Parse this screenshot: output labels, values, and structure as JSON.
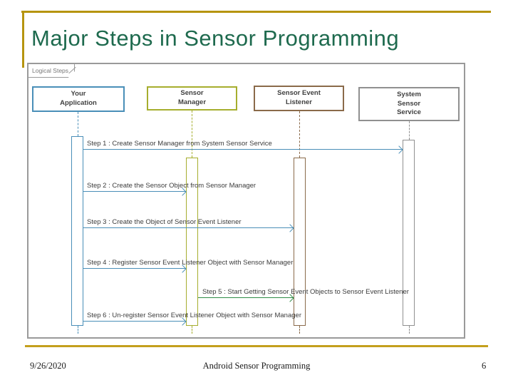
{
  "title": "Major Steps in Sensor Programming",
  "footer": {
    "date": "9/26/2020",
    "center_text": "Android Sensor Programming",
    "page_number": "6"
  },
  "diagram": {
    "frame_label": "Logical Steps",
    "participants": [
      {
        "name": "your-application",
        "label": "Your\nApplication",
        "color": "#4a8fb8"
      },
      {
        "name": "sensor-manager",
        "label": "Sensor\nManager",
        "color": "#a6ae2e"
      },
      {
        "name": "sensor-event-listener",
        "label": "Sensor Event\nListener",
        "color": "#8a6a4a"
      },
      {
        "name": "system-sensor-service",
        "label": "System\nSensor\nService",
        "color": "#909090"
      }
    ],
    "messages": [
      {
        "label": "Step 1 : Create Sensor Manager from System Sensor Service",
        "from": "Your Application",
        "to": "System Sensor Service",
        "color": "#4a8fb8"
      },
      {
        "label": "Step 2 : Create the Sensor Object from Sensor Manager",
        "from": "Your Application",
        "to": "Sensor Manager",
        "color": "#4a8fb8"
      },
      {
        "label": "Step 3 : Create the Object of Sensor Event Listener",
        "from": "Your Application",
        "to": "Sensor Event Listener",
        "color": "#4a8fb8"
      },
      {
        "label": "Step 4 : Register Sensor Event Listener Object with Sensor Manager",
        "from": "Your Application",
        "to": "Sensor Manager",
        "color": "#4a8fb8"
      },
      {
        "label": "Step 5 : Start Getting Sensor Event Objects to Sensor Event Listener",
        "from": "Sensor Manager",
        "to": "Sensor Event Listener",
        "color": "#2f8c46"
      },
      {
        "label": "Step 6 : Un-register Sensor Event Listener Object with Sensor Manager",
        "from": "Your Application",
        "to": "Sensor Manager",
        "color": "#4a8fb8"
      }
    ]
  },
  "colors": {
    "title_green": "#1e6a4e",
    "accent_gold": "#b6940f",
    "arrow_blue": "#4a8fb8",
    "arrow_green": "#2f8c46",
    "participant_blue": "#4a8fb8",
    "participant_olive": "#a6ae2e",
    "participant_brown": "#8a6a4a",
    "participant_gray": "#909090",
    "frame_border_gray": "#9a9a9a"
  }
}
